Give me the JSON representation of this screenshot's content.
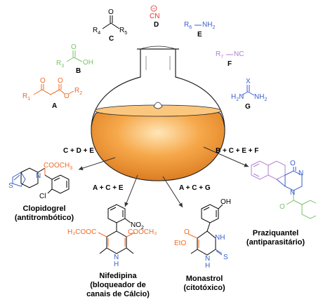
{
  "reagents": {
    "A": {
      "letter": "A",
      "r1": "R",
      "r1_sub": "1",
      "r2": "R",
      "r2_sub": "2",
      "o": "O",
      "color": "#f06a23"
    },
    "B": {
      "letter": "B",
      "r": "R",
      "r_sub": "3",
      "oh": "OH",
      "o": "O",
      "color": "#7cc26a"
    },
    "C": {
      "letter": "C",
      "r4": "R",
      "r4_sub": "4",
      "r5": "R",
      "r5_sub": "5",
      "o": "O",
      "color": "#000000"
    },
    "D": {
      "letter": "D",
      "formula": "CN",
      "charge": "−",
      "color": "#e2322b"
    },
    "E": {
      "letter": "E",
      "r": "R",
      "r_sub": "6",
      "group": "NH",
      "group_sub": "2",
      "color": "#3a5fc8"
    },
    "F": {
      "letter": "F",
      "r": "R",
      "r_sub": "7",
      "group": "NC",
      "color": "#b07fd0"
    },
    "G": {
      "letter": "G",
      "x": "X",
      "nh2_left": "H",
      "nh2_left_sub": "2",
      "nh2_left_n": "N",
      "nh2_right": "NH",
      "nh2_right_sub": "2",
      "color": "#3a5fc8"
    }
  },
  "reactions": [
    {
      "label": "C + D + E"
    },
    {
      "label": "A + C + E"
    },
    {
      "label": "A + C + G"
    },
    {
      "label": "B + C + E + F"
    }
  ],
  "products": {
    "clopidogrel": {
      "name": "Clopidogrel",
      "note": "(antitrombótico)",
      "ester": "COOCH",
      "ester_sub": "3",
      "cl": "Cl",
      "n": "N",
      "s": "S"
    },
    "nifedipina": {
      "name": "Nifedipina",
      "note_line1": "(bloqueador de",
      "note_line2": "canais de Cálcio)",
      "no2": "NO",
      "no2_sub": "2",
      "ester_left": "H₃COOC",
      "ester_right": "COOCH₃",
      "n": "N",
      "h": "H"
    },
    "monastrol": {
      "name": "Monastrol",
      "note": "(citotóxico)",
      "oh": "OH",
      "eto": "EtO",
      "o": "O",
      "nh": "NH",
      "n": "N",
      "h": "H",
      "s": "S"
    },
    "praziquantel": {
      "name": "Praziquantel",
      "note": "(antiparasitário)",
      "o": "O",
      "n": "N"
    }
  },
  "colors": {
    "orange": "#f06a23",
    "green": "#7cc26a",
    "blue": "#3a5fc8",
    "purple": "#b07fd0",
    "red": "#e2322b",
    "flask_fill": "#f29a3a"
  }
}
